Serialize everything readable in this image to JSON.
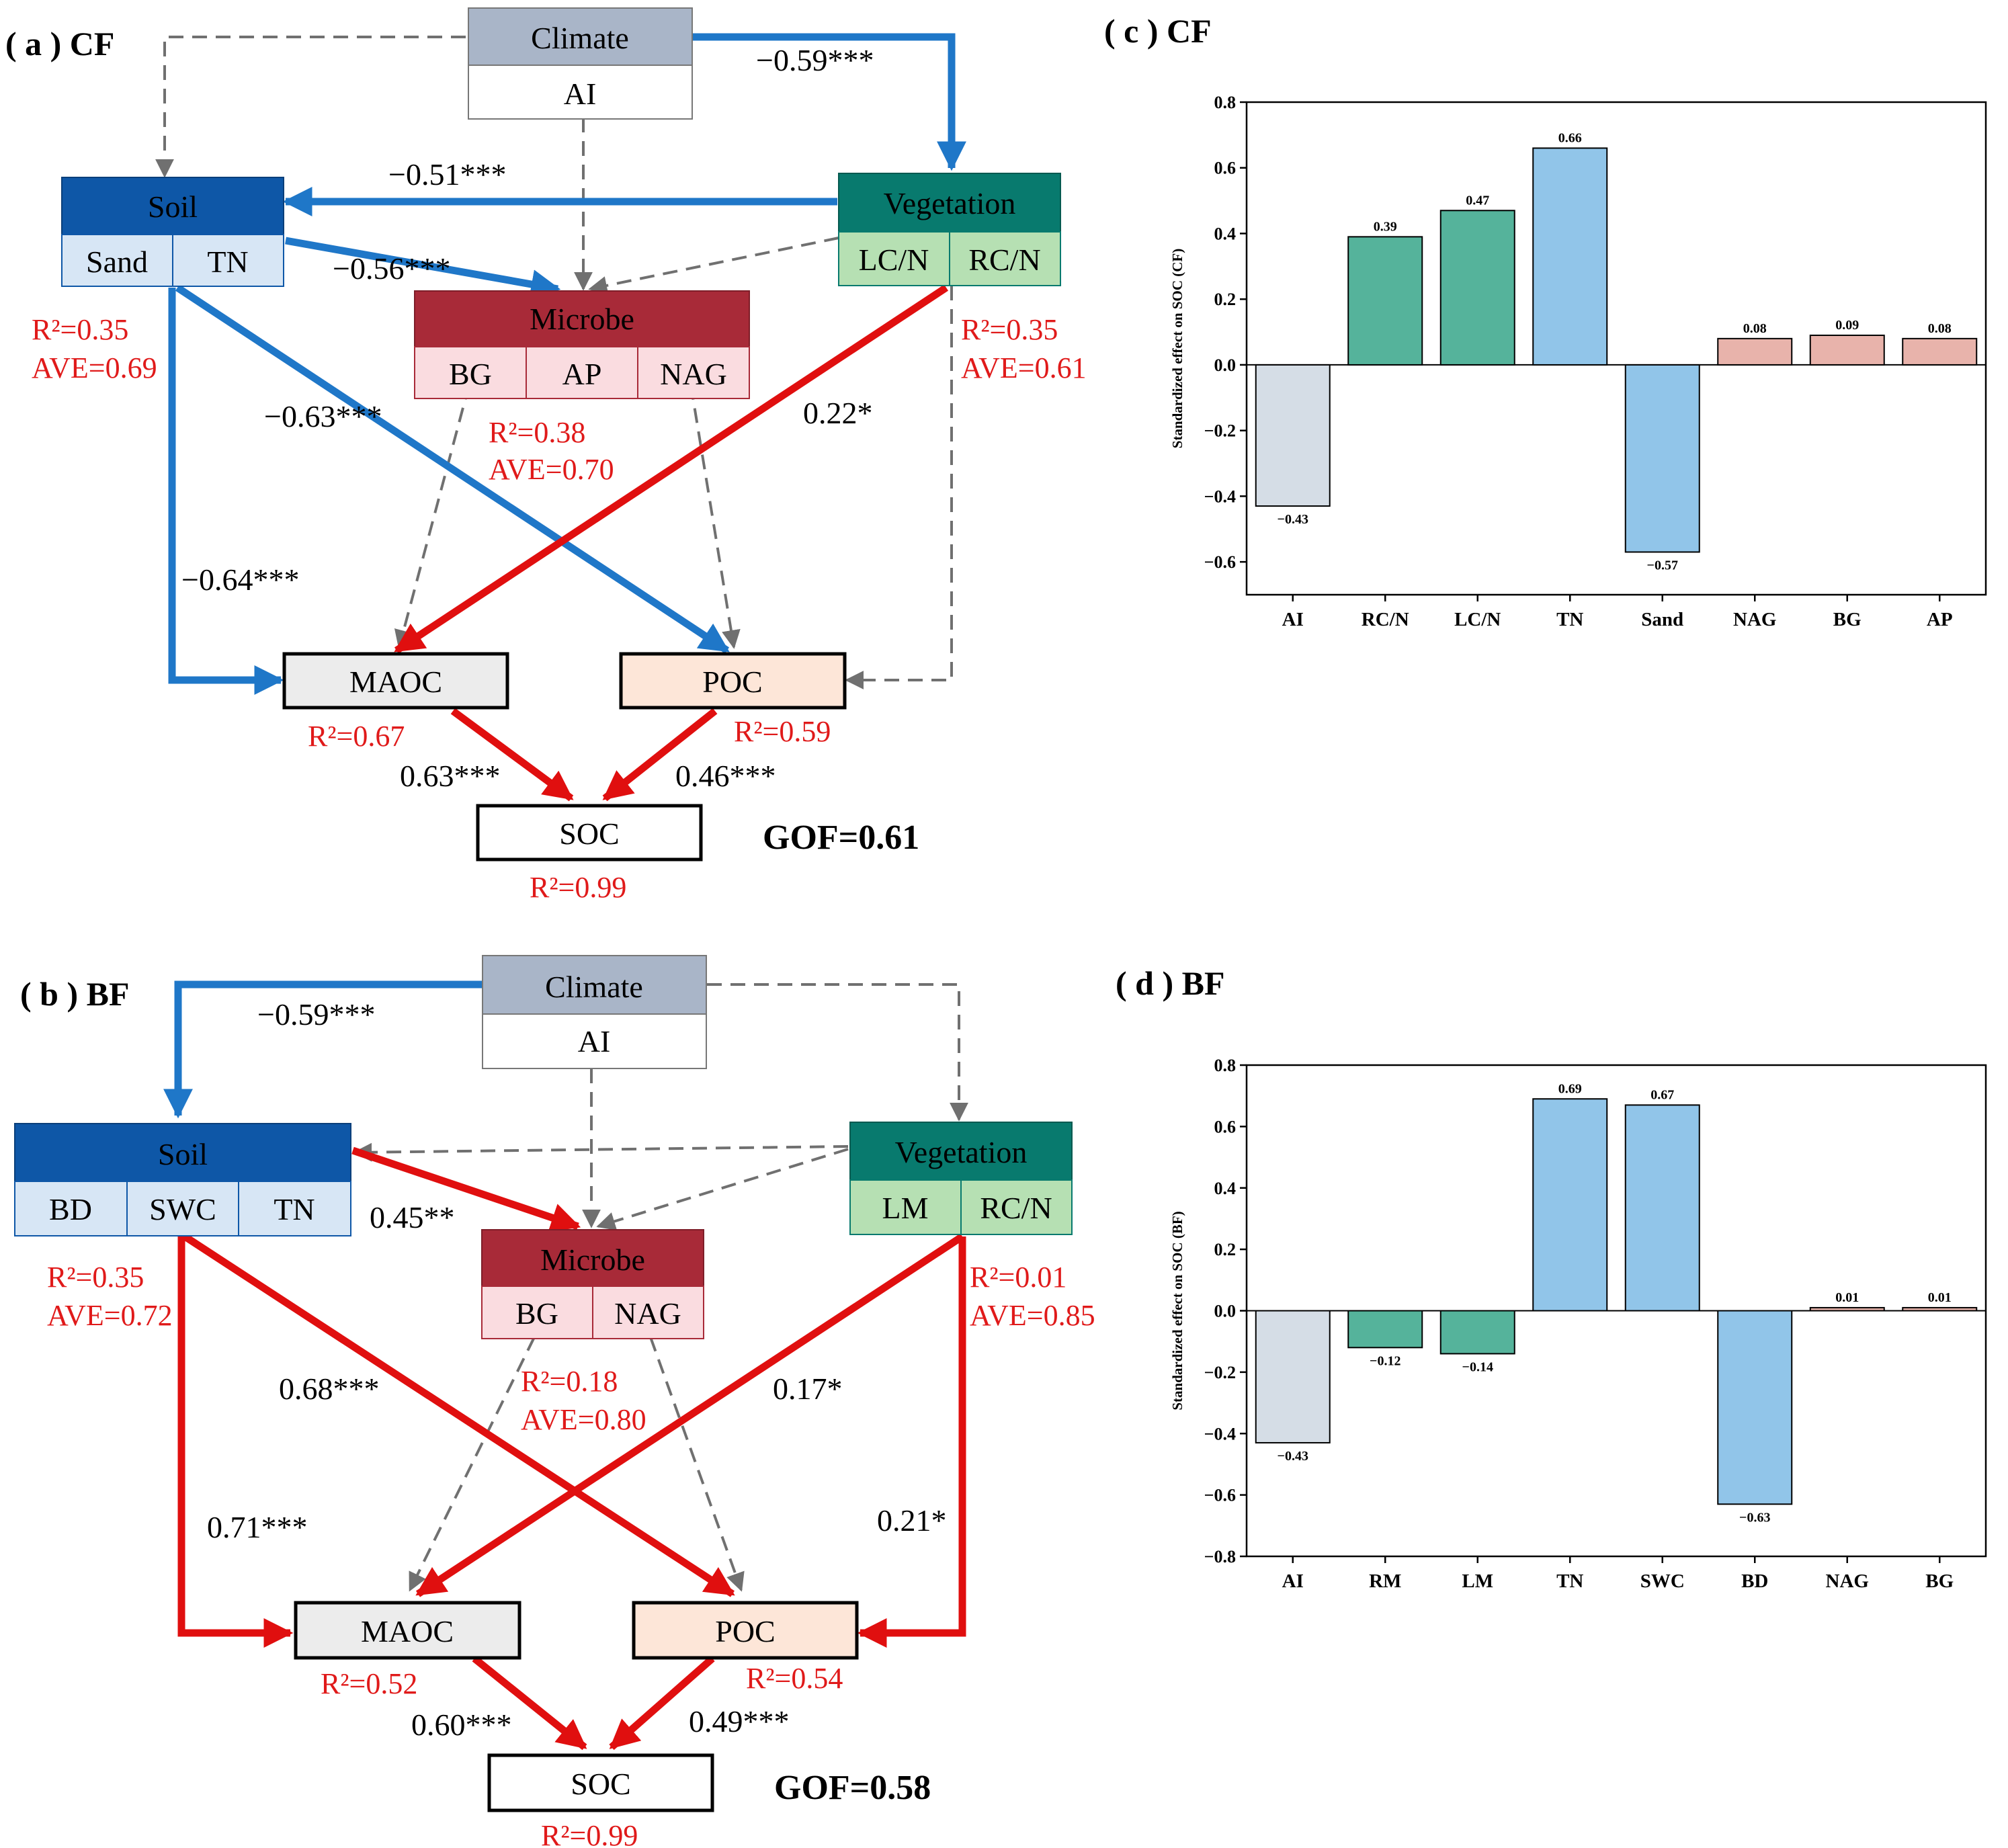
{
  "colors": {
    "blue_path": "#1f77c8",
    "red_path": "#e00f0f",
    "dashed_path": "#707070",
    "red_text": "#e01a1a",
    "climate_header": "#a9b5c8",
    "soil_header": "#0e57a7",
    "soil_cell": "#d7e6f5",
    "veg_header": "#087a6e",
    "veg_cell": "#b6e0b3",
    "microbe_header": "#a82a38",
    "microbe_cell": "#fadce0",
    "maoc_fill": "#ececec",
    "poc_fill": "#fde6d8",
    "bar_grey": "#d5dde6",
    "bar_green": "#55b39b",
    "bar_blue": "#91c5e9",
    "bar_pink": "#e8b3ab"
  },
  "panels": {
    "a": {
      "label": "( a )  CF",
      "blocks": {
        "climate": {
          "title": "Climate",
          "cells": [
            "AI"
          ]
        },
        "soil": {
          "title": "Soil",
          "cells": [
            "Sand",
            "TN"
          ]
        },
        "vegetation": {
          "title": "Vegetation",
          "cells": [
            "LC/N",
            "RC/N"
          ]
        },
        "microbe": {
          "title": "Microbe",
          "cells": [
            "BG",
            "AP",
            "NAG"
          ]
        },
        "maoc": "MAOC",
        "poc": "POC",
        "soc": "SOC"
      },
      "path_labels": [
        "−0.59***",
        "−0.51***",
        "−0.56***",
        "−0.63***",
        "−0.64***",
        "0.22*",
        "0.63***",
        "0.46***"
      ],
      "stats": {
        "soil": [
          "R²=0.35",
          "AVE=0.69"
        ],
        "vegetation": [
          "R²=0.35",
          "AVE=0.61"
        ],
        "microbe": [
          "R²=0.38",
          "AVE=0.70"
        ],
        "maoc": "R²=0.67",
        "poc": "R²=0.59",
        "soc": "R²=0.99"
      },
      "gof": "GOF=0.61"
    },
    "b": {
      "label": "( b ) BF",
      "blocks": {
        "climate": {
          "title": "Climate",
          "cells": [
            "AI"
          ]
        },
        "soil": {
          "title": "Soil",
          "cells": [
            "BD",
            "SWC",
            "TN"
          ]
        },
        "vegetation": {
          "title": "Vegetation",
          "cells": [
            "LM",
            "RC/N"
          ]
        },
        "microbe": {
          "title": "Microbe",
          "cells": [
            "BG",
            "NAG"
          ]
        },
        "maoc": "MAOC",
        "poc": "POC",
        "soc": "SOC"
      },
      "path_labels": [
        "−0.59***",
        "0.45**",
        "0.68***",
        "0.71***",
        "0.17*",
        "0.21*",
        "0.60***",
        "0.49***"
      ],
      "stats": {
        "soil": [
          "R²=0.35",
          "AVE=0.72"
        ],
        "vegetation": [
          "R²=0.01",
          "AVE=0.85"
        ],
        "microbe": [
          "R²=0.18",
          "AVE=0.80"
        ],
        "maoc": "R²=0.52",
        "poc": "R²=0.54",
        "soc": "R²=0.99"
      },
      "gof": "GOF=0.58"
    }
  },
  "chart_data": [
    {
      "panel_label": "( c )  CF",
      "type": "bar",
      "categories": [
        "AI",
        "RC/N",
        "LC/N",
        "TN",
        "Sand",
        "NAG",
        "BG",
        "AP"
      ],
      "values": [
        -0.43,
        0.39,
        0.47,
        0.66,
        -0.57,
        0.08,
        0.09,
        0.08
      ],
      "value_labels": [
        "−0.43",
        "0.39",
        "0.47",
        "0.66",
        "−0.57",
        "0.08",
        "0.09",
        "0.08"
      ],
      "bar_colors": [
        "grey",
        "green",
        "green",
        "blue",
        "blue",
        "pink",
        "pink",
        "pink"
      ],
      "ylabel": "Standardized effect on SOC (CF)",
      "ylim": [
        -0.7,
        0.8
      ],
      "yticks": [
        0.8,
        0.6,
        0.4,
        0.2,
        0.0,
        -0.2,
        -0.4,
        -0.6
      ],
      "ytick_labels": [
        "0.8",
        "0.6",
        "0.4",
        "0.2",
        "0.0",
        "−0.2",
        "−0.4",
        "−0.6"
      ],
      "grid": false
    },
    {
      "panel_label": "( d )  BF",
      "type": "bar",
      "categories": [
        "AI",
        "RM",
        "LM",
        "TN",
        "SWC",
        "BD",
        "NAG",
        "BG"
      ],
      "values": [
        -0.43,
        -0.12,
        -0.14,
        0.69,
        0.67,
        -0.63,
        0.01,
        0.01
      ],
      "value_labels": [
        "−0.43",
        "−0.12",
        "−0.14",
        "0.69",
        "0.67",
        "−0.63",
        "0.01",
        "0.01"
      ],
      "bar_colors": [
        "grey",
        "green",
        "green",
        "blue",
        "blue",
        "blue",
        "pink",
        "pink"
      ],
      "ylabel": "Standardized effect on SOC (BF)",
      "ylim": [
        -0.8,
        0.8
      ],
      "yticks": [
        0.8,
        0.6,
        0.4,
        0.2,
        0.0,
        -0.2,
        -0.4,
        -0.6,
        -0.8
      ],
      "ytick_labels": [
        "0.8",
        "0.6",
        "0.4",
        "0.2",
        "0.0",
        "−0.2",
        "−0.4",
        "−0.6",
        "−0.8"
      ],
      "grid": false
    }
  ]
}
